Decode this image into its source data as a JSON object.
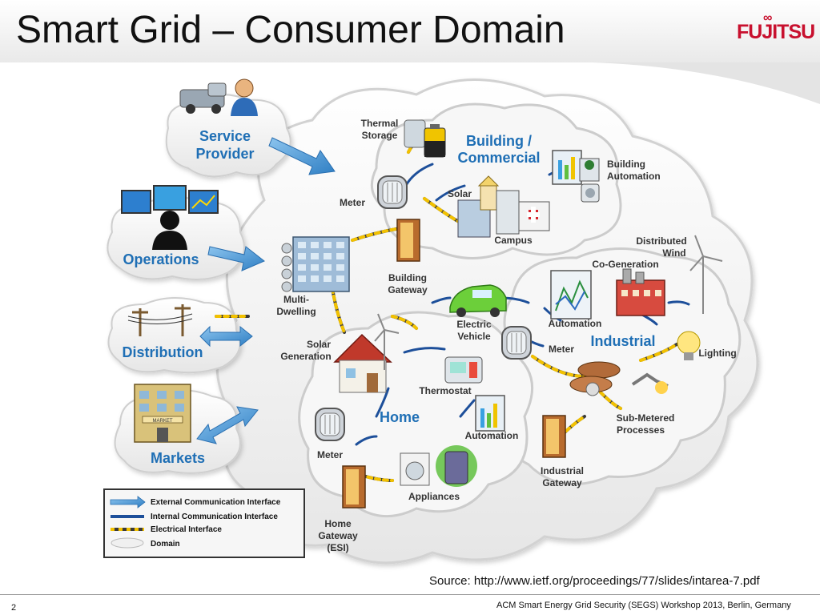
{
  "slide": {
    "title": "Smart Grid – Consumer Domain",
    "logo_text": "FUJITSU",
    "source": "Source: http://www.ietf.org/proceedings/77/slides/intarea-7.pdf",
    "page_number": "2",
    "footer": "ACM Smart Energy Grid Security (SEGS) Workshop 2013, Berlin, Germany"
  },
  "domains": {
    "service_provider": [
      "Service",
      "Provider"
    ],
    "operations": "Operations",
    "distribution": "Distribution",
    "markets": "Markets",
    "building": [
      "Building /",
      "Commercial"
    ],
    "home": "Home",
    "industrial": "Industrial"
  },
  "labels": {
    "thermal_storage": [
      "Thermal",
      "Storage"
    ],
    "building_automation": [
      "Building",
      "Automation"
    ],
    "meter_building": "Meter",
    "solar_building": "Solar",
    "campus": "Campus",
    "building_gateway": [
      "Building",
      "Gateway"
    ],
    "multi_dwelling": [
      "Multi-",
      "Dwelling"
    ],
    "solar_generation": [
      "Solar",
      "Generation"
    ],
    "electric_vehicle": [
      "Electric",
      "Vehicle"
    ],
    "thermostat": "Thermostat",
    "automation_home": "Automation",
    "meter_home": "Meter",
    "appliances": "Appliances",
    "home_gateway": [
      "Home",
      "Gateway",
      "(ESI)"
    ],
    "distributed_wind": [
      "Distributed",
      "Wind"
    ],
    "co_generation": "Co-Generation",
    "automation_industrial": "Automation",
    "meter_industrial": "Meter",
    "lighting": "Lighting",
    "sub_metered": [
      "Sub-Metered",
      "Processes"
    ],
    "industrial_gateway": [
      "Industrial",
      "Gateway"
    ],
    "market_sign": "MARKET"
  },
  "legend": {
    "items": [
      {
        "label": "External Communication Interface",
        "kind": "external"
      },
      {
        "label": "Internal Communication Interface",
        "kind": "internal"
      },
      {
        "label": "Electrical Interface",
        "kind": "electrical"
      },
      {
        "label": "Domain",
        "kind": "domain"
      }
    ]
  },
  "colors": {
    "domain_label": "#1f6fb5",
    "external_arrow": "#3f8fd0",
    "internal_line": "#1d4f9a",
    "electrical_dash": "#f2c100",
    "electrical_line": "#3a3a3a",
    "cloud_fill": "#f4f4f4",
    "cloud_stroke": "#cfcfcf",
    "brand_red": "#c8102e"
  }
}
